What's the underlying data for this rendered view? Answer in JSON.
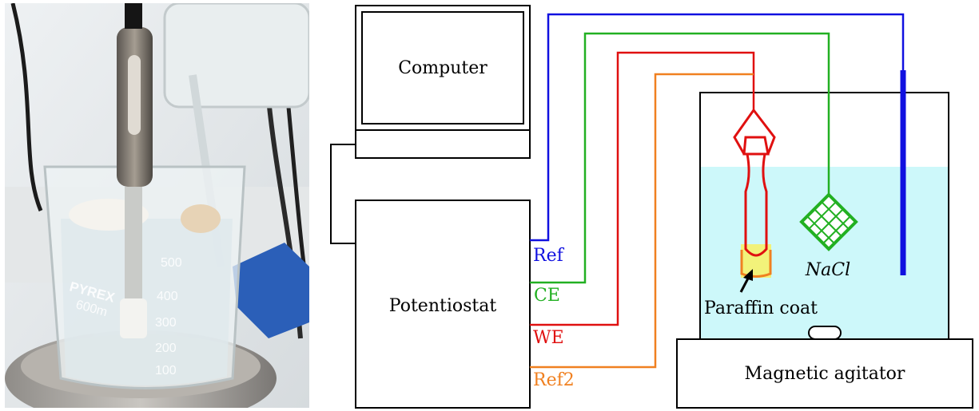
{
  "photo": {
    "beaker_marks": [
      "500",
      "400",
      "300",
      "200",
      "100"
    ],
    "beaker_brand": "PYREX",
    "beaker_volume": "600m"
  },
  "diagram": {
    "computer_label": "Computer",
    "potentiostat_label": "Potentiostat",
    "agitator_label": "Magnetic agitator",
    "ports": {
      "ref": "Ref",
      "ce": "CE",
      "we": "WE",
      "ref2": "Ref2"
    },
    "electrolyte_label": "NaCl",
    "coat_label": "Paraffin coat"
  },
  "colors": {
    "ref": "#1010e0",
    "ce": "#22b022",
    "we": "#e01010",
    "ref2": "#f08020",
    "water": "#cdf8fa",
    "paraffin": "#f2f27a"
  }
}
